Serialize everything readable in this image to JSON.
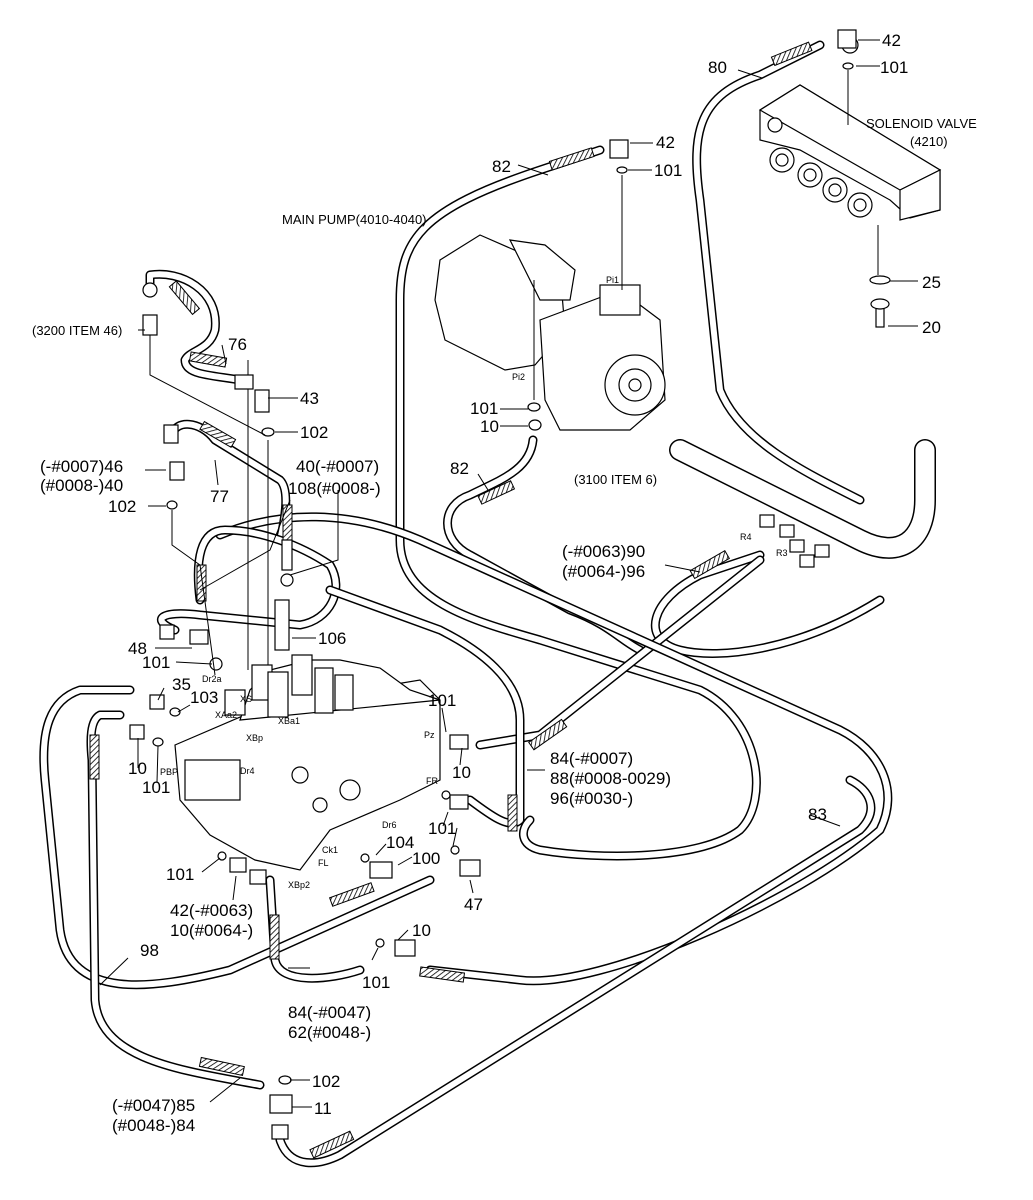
{
  "callouts": {
    "c42a": "42",
    "c101a": "101",
    "c80": "80",
    "solenoid_valve": "SOLENOID VALVE",
    "solenoid_valve_no": "(4210)",
    "c42b": "42",
    "c101b": "101",
    "c82a": "82",
    "main_pump": "MAIN PUMP(4010-4040)",
    "c25": "25",
    "c20": "20",
    "c3200": "(3200 ITEM 46)",
    "c76": "76",
    "c43": "43",
    "c102a": "102",
    "c46": "(-#0007)46",
    "c40a": "(#0008-)40",
    "c40b": "40(-#0007)",
    "c108": "108(#0008-)",
    "c77": "77",
    "c102b": "102",
    "c101c": "101",
    "c10a": "10",
    "c82b": "82",
    "c3100": "(3100 ITEM 6)",
    "c90": "(-#0063)90",
    "c96a": "(#0064-)96",
    "c106": "106",
    "c48": "48",
    "c101d": "101",
    "c35": "35",
    "c103": "103",
    "c101e": "101",
    "c10b": "10",
    "c101f": "101",
    "c84a": "84(-#0007)",
    "c88": "88(#0008-0029)",
    "c96b": "96(#0030-)",
    "c10c": "10",
    "c101g": "101",
    "c83": "83",
    "c104": "104",
    "c100": "100",
    "c101h": "101",
    "c47": "47",
    "c42c": "42(-#0063)",
    "c10d": "10(#0064-)",
    "c10e": "10",
    "c98": "98",
    "c101i": "101",
    "c84b": "84(-#0047)",
    "c62": "62(#0048-)",
    "c102c": "102",
    "c85": "(-#0047)85",
    "c11": "11",
    "c84c": "(#0048-)84"
  },
  "port_labels": {
    "pi1": "Pi1",
    "pi2": "Pi2",
    "r4": "R4",
    "r3": "R3",
    "dr2a": "Dr2a",
    "xa2": "XAa2",
    "xbp": "XBp",
    "xba1": "XBa1",
    "xs": "XS",
    "pz": "Pz",
    "pbp": "PBP",
    "dr4": "Dr4",
    "fr": "FR",
    "dr6": "Dr6",
    "ck1": "Ck1",
    "fl": "FL",
    "xbp2": "XBp2"
  }
}
